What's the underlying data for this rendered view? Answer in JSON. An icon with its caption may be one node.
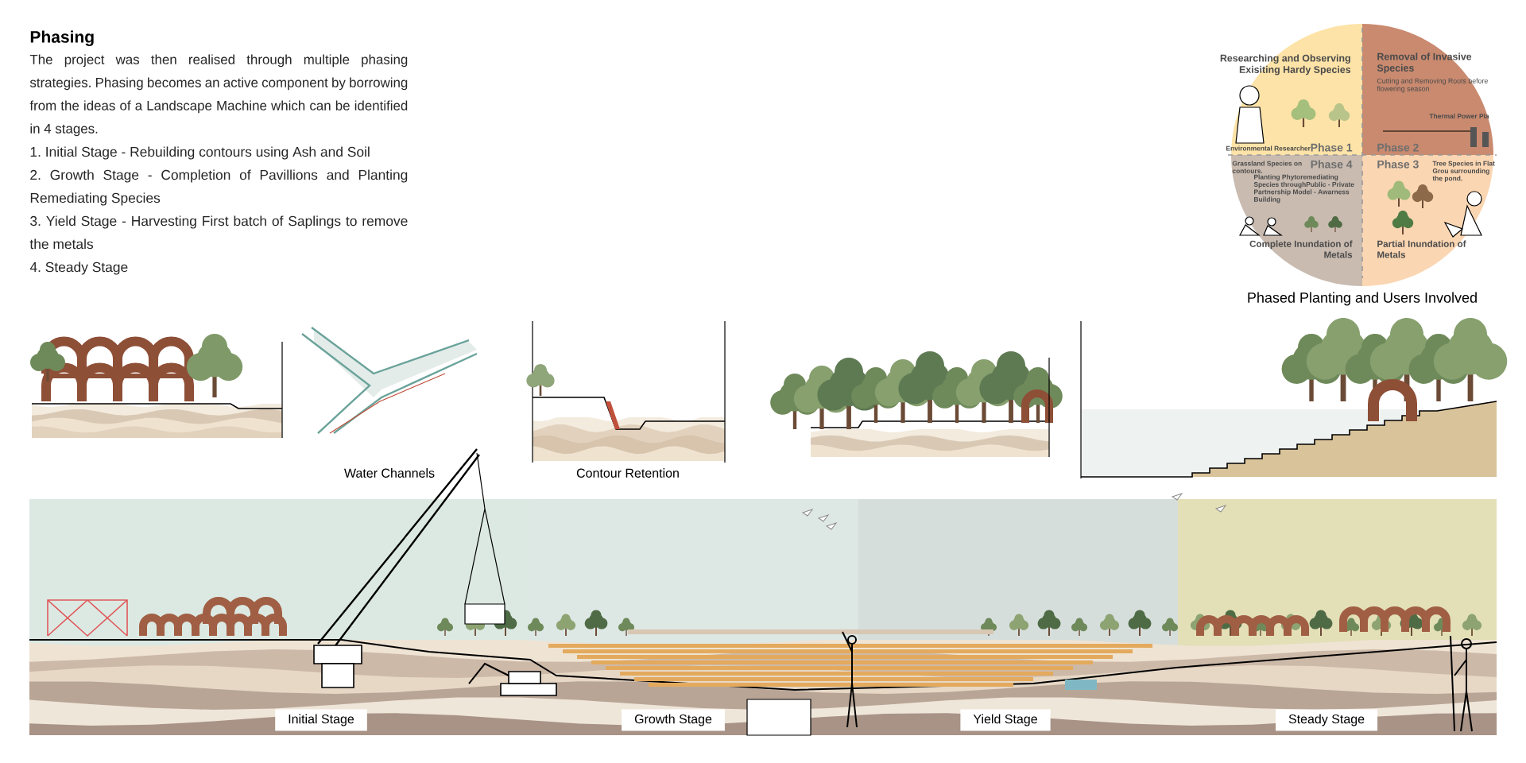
{
  "diagram": {
    "title": "Phasing",
    "nodes": [
      {
        "text": [
          "Researching and Observing Exisiting Hardy Species",
          "Environmental Researcher",
          "Phase 1"
        ]
      },
      {
        "text": [
          "Removal of Invasive Species",
          "Cutting and Removing Roots before flowering season",
          "Thermal Power Pla",
          "Phase 2"
        ]
      },
      {
        "text": [
          "Phase 4",
          "Grassland Species on contours.",
          "Planting Phytoremediating Species throughPublic - Private Partnership Model - Awarness Building",
          "Complete Inundation of Metals"
        ]
      },
      {
        "text": [
          "Phase 3",
          "Tree Species in Flat Grou surrounding the pond.",
          "Partial Inundation of Metals"
        ]
      },
      {
        "text": [
          "Initial Stage"
        ]
      },
      {
        "text": [
          "Growth Stage"
        ]
      },
      {
        "text": [
          "Yield Stage"
        ]
      },
      {
        "text": [
          "Steady Stage"
        ]
      }
    ],
    "labels": [
      "The project was then realised through multiple phasing strategies. Phasing becomes an active component by borrowing from the ideas of a Landscape Machine which can be identified in 4 stages.",
      "1. Initial Stage - Rebuilding contours using Ash and Soil",
      "2. Growth Stage - Completion of Pavillions and Planting Remediating Species",
      "3. Yield Stage - Harvesting First batch of Saplings to remove the metals",
      "4. Steady Stage",
      "Phased Planting and Users Involved",
      "Water Channels",
      "Contour Retention"
    ]
  }
}
